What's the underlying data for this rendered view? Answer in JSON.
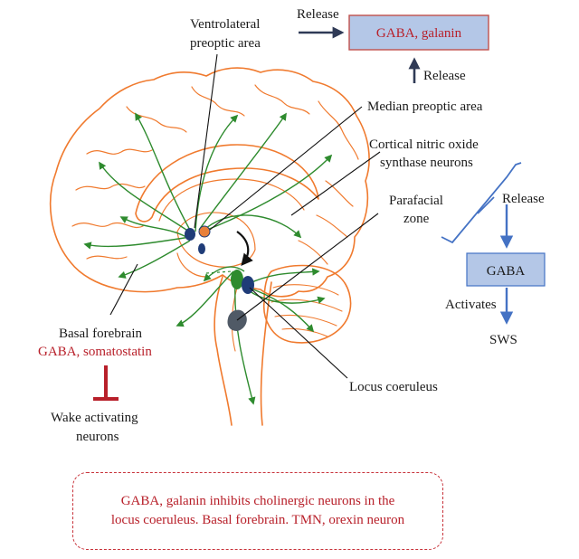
{
  "labels": {
    "vlpo_line1": "Ventrolateral",
    "vlpo_line2": "preoptic area",
    "median_preoptic": "Median preoptic area",
    "cortical_line1": "Cortical nitric oxide",
    "cortical_line2": "synthase neurons",
    "parafacial_line1": "Parafacial",
    "parafacial_line2": "zone",
    "locus_coeruleus": "Locus coeruleus",
    "basal_forebrain": "Basal forebrain",
    "basal_forebrain_transmitters": "GABA, somatostatin",
    "wake_line1": "Wake activating",
    "wake_line2": "neurons"
  },
  "release_top": "Release",
  "release_mid": "Release",
  "release_right": "Release",
  "gaba_galanin_box": "GABA, galanin",
  "gaba_box": "GABA",
  "activates": "Activates",
  "sws": "SWS",
  "note": "GABA, galanin inhibits cholinergic neurons in the locus coeruleus. Basal forebrain. TMN, orexin neuron",
  "colors": {
    "brain_outline": "#f07a2e",
    "pathway": "#2e8b2e",
    "arrow_blue": "#4472c4",
    "box_fill": "#b4c7e7",
    "box_border_red": "#c0504d",
    "text_red": "#b8202a",
    "inhibit_red": "#b8202a",
    "nucleus_navy": "#1f3c78",
    "nucleus_orange": "#e8803a",
    "nucleus_green": "#2e8b2e",
    "nucleus_gray": "#505a66"
  }
}
